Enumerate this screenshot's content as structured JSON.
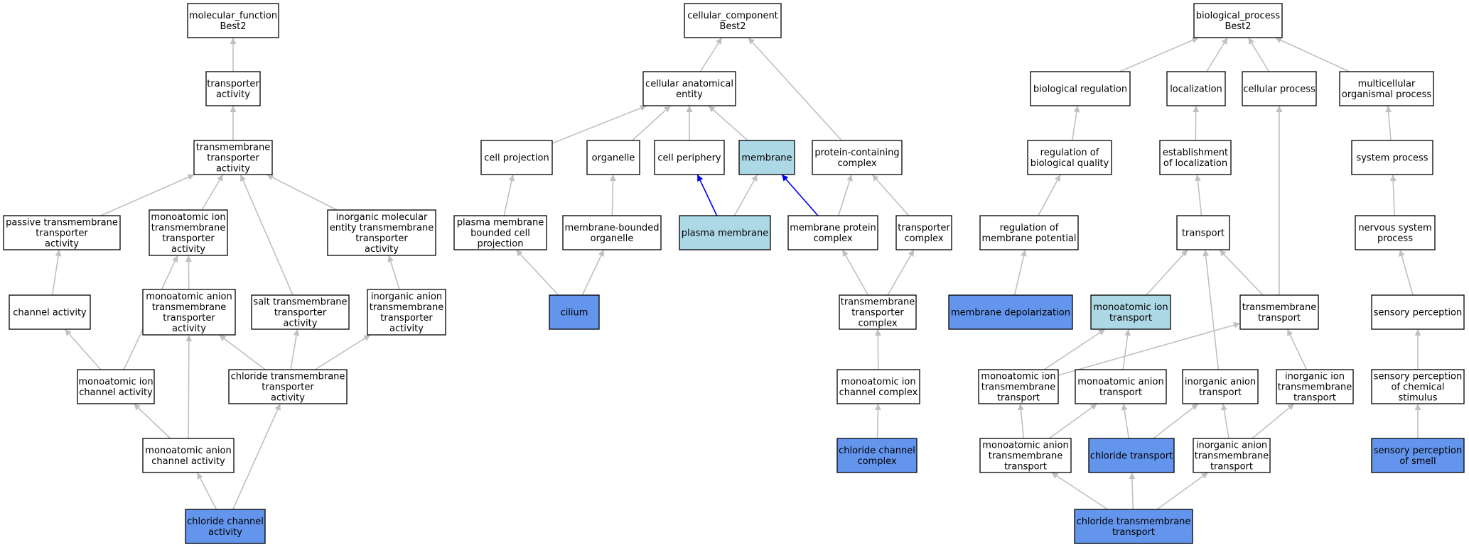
{
  "colors": {
    "node_default": "#ffffff",
    "node_highlight_dark": "#6495ed",
    "node_highlight_light": "#add8e6",
    "edge_gray": "#c0c0c0",
    "edge_blue": "#0000ee",
    "border": "#000000"
  },
  "nodes": [
    {
      "id": "mf_root",
      "label_lines": [
        "molecular_function",
        "Best2"
      ],
      "fill": "default"
    },
    {
      "id": "transporter_activity",
      "label_lines": [
        "transporter",
        "activity"
      ],
      "fill": "default"
    },
    {
      "id": "tm_transporter_activity",
      "label_lines": [
        "transmembrane",
        "transporter",
        "activity"
      ],
      "fill": "default"
    },
    {
      "id": "passive_tm_transporter_activity",
      "label_lines": [
        "passive transmembrane",
        "transporter",
        "activity"
      ],
      "fill": "default"
    },
    {
      "id": "monoatomic_ion_tm_transporter_activity",
      "label_lines": [
        "monoatomic ion",
        "transmembrane",
        "transporter",
        "activity"
      ],
      "fill": "default"
    },
    {
      "id": "inorganic_molecular_entity_tm_transporter_activity",
      "label_lines": [
        "inorganic molecular",
        "entity transmembrane",
        "transporter",
        "activity"
      ],
      "fill": "default"
    },
    {
      "id": "channel_activity",
      "label_lines": [
        "channel activity"
      ],
      "fill": "default"
    },
    {
      "id": "monoatomic_anion_tm_transporter_activity",
      "label_lines": [
        "monoatomic anion",
        "transmembrane",
        "transporter",
        "activity"
      ],
      "fill": "default"
    },
    {
      "id": "salt_tm_transporter_activity",
      "label_lines": [
        "salt transmembrane",
        "transporter",
        "activity"
      ],
      "fill": "default"
    },
    {
      "id": "inorganic_anion_tm_transporter_activity",
      "label_lines": [
        "inorganic anion",
        "transmembrane",
        "transporter",
        "activity"
      ],
      "fill": "default"
    },
    {
      "id": "monoatomic_ion_channel_activity",
      "label_lines": [
        "monoatomic ion",
        "channel activity"
      ],
      "fill": "default"
    },
    {
      "id": "chloride_tm_transporter_activity",
      "label_lines": [
        "chloride transmembrane",
        "transporter",
        "activity"
      ],
      "fill": "default"
    },
    {
      "id": "monoatomic_anion_channel_activity",
      "label_lines": [
        "monoatomic anion",
        "channel activity"
      ],
      "fill": "default"
    },
    {
      "id": "chloride_channel_activity",
      "label_lines": [
        "chloride channel",
        "activity"
      ],
      "fill": "dark"
    },
    {
      "id": "cc_root",
      "label_lines": [
        "cellular_component",
        "Best2"
      ],
      "fill": "default"
    },
    {
      "id": "cellular_anatomical_entity",
      "label_lines": [
        "cellular anatomical",
        "entity"
      ],
      "fill": "default"
    },
    {
      "id": "protein_containing_complex",
      "label_lines": [
        "protein-containing",
        "complex"
      ],
      "fill": "default"
    },
    {
      "id": "cell_projection",
      "label_lines": [
        "cell projection"
      ],
      "fill": "default"
    },
    {
      "id": "organelle",
      "label_lines": [
        "organelle"
      ],
      "fill": "default"
    },
    {
      "id": "cell_periphery",
      "label_lines": [
        "cell periphery"
      ],
      "fill": "default"
    },
    {
      "id": "membrane",
      "label_lines": [
        "membrane"
      ],
      "fill": "light"
    },
    {
      "id": "plasma_membrane_bounded_cell_projection",
      "label_lines": [
        "plasma membrane",
        "bounded cell",
        "projection"
      ],
      "fill": "default"
    },
    {
      "id": "membrane_bounded_organelle",
      "label_lines": [
        "membrane-bounded",
        "organelle"
      ],
      "fill": "default"
    },
    {
      "id": "plasma_membrane",
      "label_lines": [
        "plasma membrane"
      ],
      "fill": "light"
    },
    {
      "id": "membrane_protein_complex",
      "label_lines": [
        "membrane protein",
        "complex"
      ],
      "fill": "default"
    },
    {
      "id": "transporter_complex",
      "label_lines": [
        "transporter",
        "complex"
      ],
      "fill": "default"
    },
    {
      "id": "cilium",
      "label_lines": [
        "cilium"
      ],
      "fill": "dark"
    },
    {
      "id": "tm_transporter_complex",
      "label_lines": [
        "transmembrane",
        "transporter",
        "complex"
      ],
      "fill": "default"
    },
    {
      "id": "monoatomic_ion_channel_complex",
      "label_lines": [
        "monoatomic ion",
        "channel complex"
      ],
      "fill": "default"
    },
    {
      "id": "chloride_channel_complex",
      "label_lines": [
        "chloride channel",
        "complex"
      ],
      "fill": "dark"
    },
    {
      "id": "bp_root",
      "label_lines": [
        "biological_process",
        "Best2"
      ],
      "fill": "default"
    },
    {
      "id": "biological_regulation",
      "label_lines": [
        "biological regulation"
      ],
      "fill": "default"
    },
    {
      "id": "localization",
      "label_lines": [
        "localization"
      ],
      "fill": "default"
    },
    {
      "id": "cellular_process",
      "label_lines": [
        "cellular process"
      ],
      "fill": "default"
    },
    {
      "id": "multicellular_organismal_process",
      "label_lines": [
        "multicellular",
        "organismal process"
      ],
      "fill": "default"
    },
    {
      "id": "regulation_of_biological_quality",
      "label_lines": [
        "regulation of",
        "biological quality"
      ],
      "fill": "default"
    },
    {
      "id": "establishment_of_localization",
      "label_lines": [
        "establishment",
        "of localization"
      ],
      "fill": "default"
    },
    {
      "id": "system_process",
      "label_lines": [
        "system process"
      ],
      "fill": "default"
    },
    {
      "id": "regulation_of_membrane_potential",
      "label_lines": [
        "regulation of",
        "membrane potential"
      ],
      "fill": "default"
    },
    {
      "id": "transport",
      "label_lines": [
        "transport"
      ],
      "fill": "default"
    },
    {
      "id": "nervous_system_process",
      "label_lines": [
        "nervous system",
        "process"
      ],
      "fill": "default"
    },
    {
      "id": "membrane_depolarization",
      "label_lines": [
        "membrane depolarization"
      ],
      "fill": "dark"
    },
    {
      "id": "monoatomic_ion_transport",
      "label_lines": [
        "monoatomic ion",
        "transport"
      ],
      "fill": "light"
    },
    {
      "id": "tm_transport",
      "label_lines": [
        "transmembrane",
        "transport"
      ],
      "fill": "default"
    },
    {
      "id": "sensory_perception",
      "label_lines": [
        "sensory perception"
      ],
      "fill": "default"
    },
    {
      "id": "monoatomic_ion_tm_transport",
      "label_lines": [
        "monoatomic ion",
        "transmembrane",
        "transport"
      ],
      "fill": "default"
    },
    {
      "id": "monoatomic_anion_transport",
      "label_lines": [
        "monoatomic anion",
        "transport"
      ],
      "fill": "default"
    },
    {
      "id": "inorganic_anion_transport",
      "label_lines": [
        "inorganic anion",
        "transport"
      ],
      "fill": "default"
    },
    {
      "id": "inorganic_ion_tm_transport",
      "label_lines": [
        "inorganic ion",
        "transmembrane",
        "transport"
      ],
      "fill": "default"
    },
    {
      "id": "sensory_perception_of_chemical_stimulus",
      "label_lines": [
        "sensory perception",
        "of chemical",
        "stimulus"
      ],
      "fill": "default"
    },
    {
      "id": "monoatomic_anion_tm_transport",
      "label_lines": [
        "monoatomic anion",
        "transmembrane",
        "transport"
      ],
      "fill": "default"
    },
    {
      "id": "chloride_transport",
      "label_lines": [
        "chloride transport"
      ],
      "fill": "dark"
    },
    {
      "id": "inorganic_anion_tm_transport",
      "label_lines": [
        "inorganic anion",
        "transmembrane",
        "transport"
      ],
      "fill": "default"
    },
    {
      "id": "sensory_perception_of_smell",
      "label_lines": [
        "sensory perception",
        "of smell"
      ],
      "fill": "dark"
    },
    {
      "id": "chloride_tm_transport",
      "label_lines": [
        "chloride transmembrane",
        "transport"
      ],
      "fill": "dark"
    }
  ],
  "edges": [
    {
      "from": "transporter_activity",
      "to": "mf_root",
      "color": "gray"
    },
    {
      "from": "tm_transporter_activity",
      "to": "transporter_activity",
      "color": "gray"
    },
    {
      "from": "passive_tm_transporter_activity",
      "to": "tm_transporter_activity",
      "color": "gray"
    },
    {
      "from": "monoatomic_ion_tm_transporter_activity",
      "to": "tm_transporter_activity",
      "color": "gray"
    },
    {
      "from": "inorganic_molecular_entity_tm_transporter_activity",
      "to": "tm_transporter_activity",
      "color": "gray"
    },
    {
      "from": "salt_tm_transporter_activity",
      "to": "tm_transporter_activity",
      "color": "gray"
    },
    {
      "from": "channel_activity",
      "to": "passive_tm_transporter_activity",
      "color": "gray"
    },
    {
      "from": "monoatomic_anion_tm_transporter_activity",
      "to": "monoatomic_ion_tm_transporter_activity",
      "color": "gray"
    },
    {
      "from": "monoatomic_ion_channel_activity",
      "to": "monoatomic_ion_tm_transporter_activity",
      "color": "gray"
    },
    {
      "from": "inorganic_anion_tm_transporter_activity",
      "to": "inorganic_molecular_entity_tm_transporter_activity",
      "color": "gray"
    },
    {
      "from": "monoatomic_ion_channel_activity",
      "to": "channel_activity",
      "color": "gray"
    },
    {
      "from": "chloride_tm_transporter_activity",
      "to": "monoatomic_anion_tm_transporter_activity",
      "color": "gray"
    },
    {
      "from": "chloride_tm_transporter_activity",
      "to": "salt_tm_transporter_activity",
      "color": "gray"
    },
    {
      "from": "chloride_tm_transporter_activity",
      "to": "inorganic_anion_tm_transporter_activity",
      "color": "gray"
    },
    {
      "from": "monoatomic_anion_channel_activity",
      "to": "monoatomic_ion_channel_activity",
      "color": "gray"
    },
    {
      "from": "monoatomic_anion_channel_activity",
      "to": "monoatomic_anion_tm_transporter_activity",
      "color": "gray"
    },
    {
      "from": "chloride_channel_activity",
      "to": "monoatomic_anion_channel_activity",
      "color": "gray"
    },
    {
      "from": "chloride_channel_activity",
      "to": "chloride_tm_transporter_activity",
      "color": "gray"
    },
    {
      "from": "cellular_anatomical_entity",
      "to": "cc_root",
      "color": "gray"
    },
    {
      "from": "protein_containing_complex",
      "to": "cc_root",
      "color": "gray"
    },
    {
      "from": "cell_projection",
      "to": "cellular_anatomical_entity",
      "color": "gray"
    },
    {
      "from": "organelle",
      "to": "cellular_anatomical_entity",
      "color": "gray"
    },
    {
      "from": "cell_periphery",
      "to": "cellular_anatomical_entity",
      "color": "gray"
    },
    {
      "from": "membrane",
      "to": "cellular_anatomical_entity",
      "color": "gray"
    },
    {
      "from": "plasma_membrane_bounded_cell_projection",
      "to": "cell_projection",
      "color": "gray"
    },
    {
      "from": "membrane_bounded_organelle",
      "to": "organelle",
      "color": "gray"
    },
    {
      "from": "plasma_membrane",
      "to": "cell_periphery",
      "color": "blue"
    },
    {
      "from": "plasma_membrane",
      "to": "membrane",
      "color": "gray"
    },
    {
      "from": "membrane_protein_complex",
      "to": "membrane",
      "color": "blue"
    },
    {
      "from": "membrane_protein_complex",
      "to": "protein_containing_complex",
      "color": "gray"
    },
    {
      "from": "transporter_complex",
      "to": "protein_containing_complex",
      "color": "gray"
    },
    {
      "from": "cilium",
      "to": "plasma_membrane_bounded_cell_projection",
      "color": "gray"
    },
    {
      "from": "cilium",
      "to": "membrane_bounded_organelle",
      "color": "gray"
    },
    {
      "from": "tm_transporter_complex",
      "to": "membrane_protein_complex",
      "color": "gray"
    },
    {
      "from": "tm_transporter_complex",
      "to": "transporter_complex",
      "color": "gray"
    },
    {
      "from": "monoatomic_ion_channel_complex",
      "to": "tm_transporter_complex",
      "color": "gray"
    },
    {
      "from": "chloride_channel_complex",
      "to": "monoatomic_ion_channel_complex",
      "color": "gray"
    },
    {
      "from": "biological_regulation",
      "to": "bp_root",
      "color": "gray"
    },
    {
      "from": "localization",
      "to": "bp_root",
      "color": "gray"
    },
    {
      "from": "cellular_process",
      "to": "bp_root",
      "color": "gray"
    },
    {
      "from": "multicellular_organismal_process",
      "to": "bp_root",
      "color": "gray"
    },
    {
      "from": "regulation_of_biological_quality",
      "to": "biological_regulation",
      "color": "gray"
    },
    {
      "from": "establishment_of_localization",
      "to": "localization",
      "color": "gray"
    },
    {
      "from": "system_process",
      "to": "multicellular_organismal_process",
      "color": "gray"
    },
    {
      "from": "regulation_of_membrane_potential",
      "to": "regulation_of_biological_quality",
      "color": "gray"
    },
    {
      "from": "transport",
      "to": "establishment_of_localization",
      "color": "gray"
    },
    {
      "from": "nervous_system_process",
      "to": "system_process",
      "color": "gray"
    },
    {
      "from": "membrane_depolarization",
      "to": "regulation_of_membrane_potential",
      "color": "gray"
    },
    {
      "from": "monoatomic_ion_transport",
      "to": "transport",
      "color": "gray"
    },
    {
      "from": "tm_transport",
      "to": "transport",
      "color": "gray"
    },
    {
      "from": "tm_transport",
      "to": "cellular_process",
      "color": "gray"
    },
    {
      "from": "sensory_perception",
      "to": "nervous_system_process",
      "color": "gray"
    },
    {
      "from": "monoatomic_ion_tm_transport",
      "to": "monoatomic_ion_transport",
      "color": "gray"
    },
    {
      "from": "monoatomic_ion_tm_transport",
      "to": "tm_transport",
      "color": "gray"
    },
    {
      "from": "monoatomic_anion_transport",
      "to": "monoatomic_ion_transport",
      "color": "gray"
    },
    {
      "from": "inorganic_anion_transport",
      "to": "transport",
      "color": "gray"
    },
    {
      "from": "inorganic_ion_tm_transport",
      "to": "tm_transport",
      "color": "gray"
    },
    {
      "from": "sensory_perception_of_chemical_stimulus",
      "to": "sensory_perception",
      "color": "gray"
    },
    {
      "from": "monoatomic_anion_tm_transport",
      "to": "monoatomic_ion_tm_transport",
      "color": "gray"
    },
    {
      "from": "monoatomic_anion_tm_transport",
      "to": "monoatomic_anion_transport",
      "color": "gray"
    },
    {
      "from": "chloride_transport",
      "to": "monoatomic_anion_transport",
      "color": "gray"
    },
    {
      "from": "chloride_transport",
      "to": "inorganic_anion_transport",
      "color": "gray"
    },
    {
      "from": "inorganic_anion_tm_transport",
      "to": "inorganic_anion_transport",
      "color": "gray"
    },
    {
      "from": "inorganic_anion_tm_transport",
      "to": "inorganic_ion_tm_transport",
      "color": "gray"
    },
    {
      "from": "sensory_perception_of_smell",
      "to": "sensory_perception_of_chemical_stimulus",
      "color": "gray"
    },
    {
      "from": "chloride_tm_transport",
      "to": "monoatomic_anion_tm_transport",
      "color": "gray"
    },
    {
      "from": "chloride_tm_transport",
      "to": "chloride_transport",
      "color": "gray"
    },
    {
      "from": "chloride_tm_transport",
      "to": "inorganic_anion_tm_transport",
      "color": "gray"
    }
  ]
}
